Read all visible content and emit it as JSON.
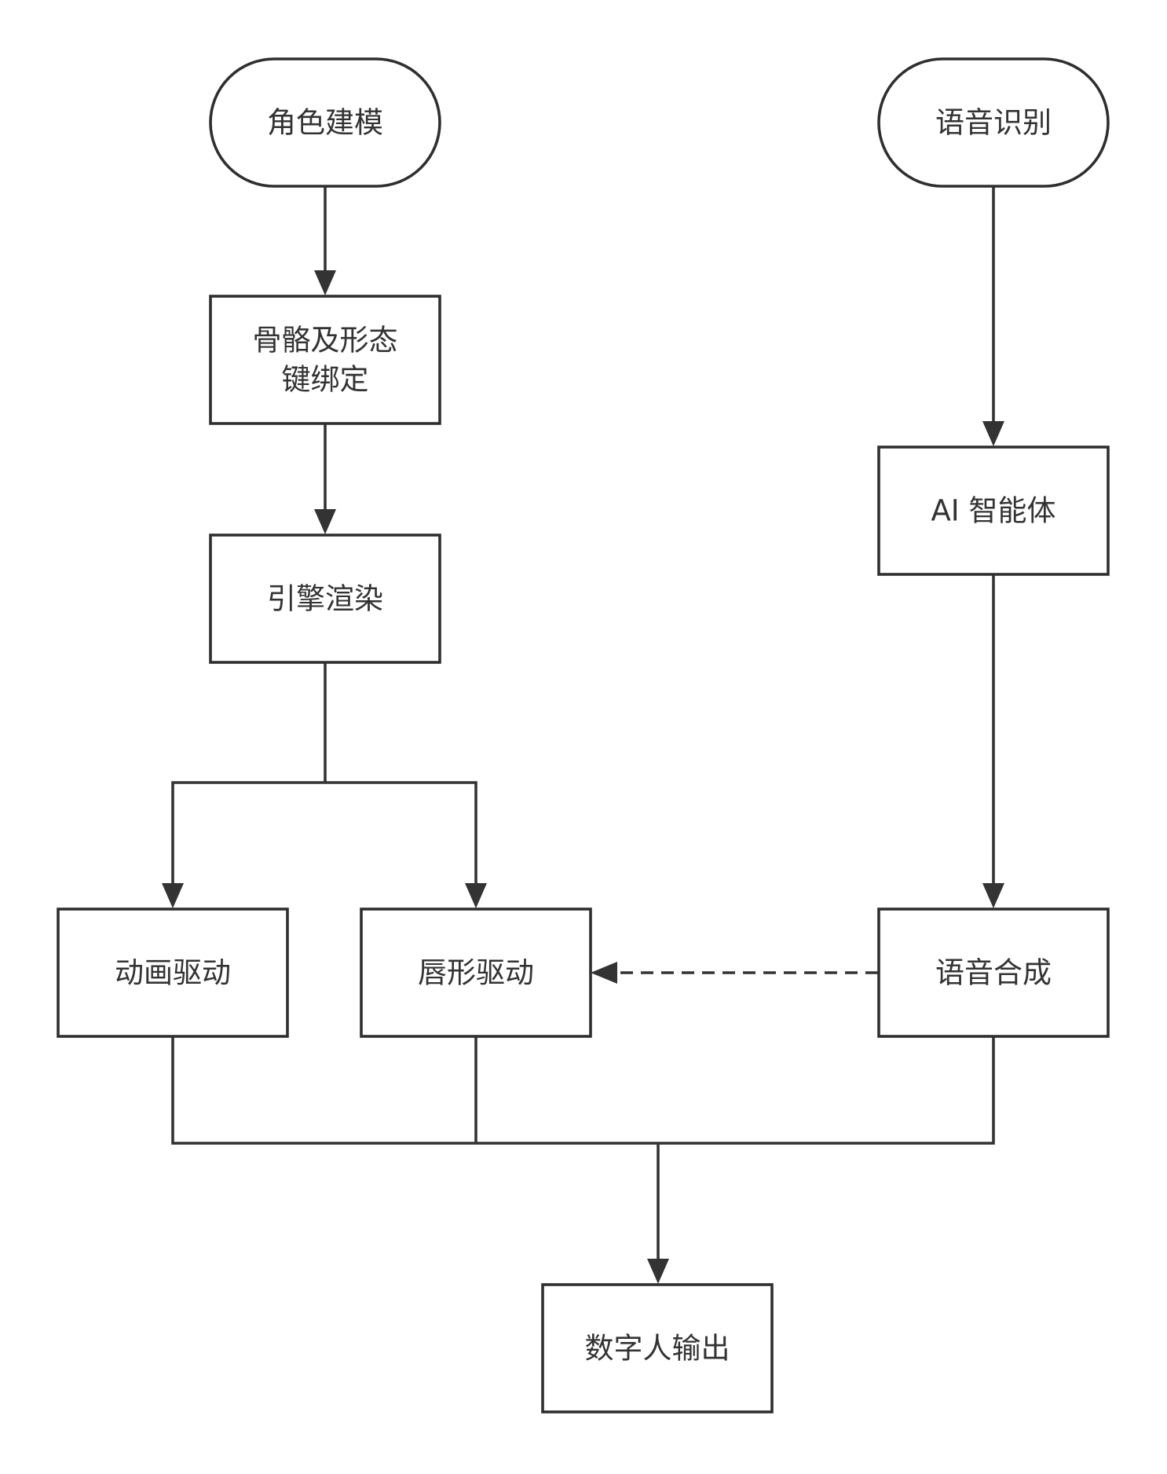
{
  "diagram": {
    "nodes": {
      "character_modeling": {
        "label": "角色建模",
        "shape": "terminator"
      },
      "skeleton_binding": {
        "label": "骨骼及形态",
        "label_line2": "键绑定",
        "shape": "process"
      },
      "engine_rendering": {
        "label": "引擎渲染",
        "shape": "process"
      },
      "animation_drive": {
        "label": "动画驱动",
        "shape": "process"
      },
      "lip_drive": {
        "label": "唇形驱动",
        "shape": "process"
      },
      "speech_recognition": {
        "label": "语音识别",
        "shape": "terminator"
      },
      "ai_agent": {
        "label": "AI 智能体",
        "shape": "process"
      },
      "speech_synthesis": {
        "label": "语音合成",
        "shape": "process"
      },
      "digital_human_output": {
        "label": "数字人输出",
        "shape": "process"
      }
    },
    "edges": [
      {
        "from": "character_modeling",
        "to": "skeleton_binding",
        "style": "solid"
      },
      {
        "from": "skeleton_binding",
        "to": "engine_rendering",
        "style": "solid"
      },
      {
        "from": "engine_rendering",
        "to": "animation_drive",
        "style": "solid"
      },
      {
        "from": "engine_rendering",
        "to": "lip_drive",
        "style": "solid"
      },
      {
        "from": "speech_recognition",
        "to": "ai_agent",
        "style": "solid"
      },
      {
        "from": "ai_agent",
        "to": "speech_synthesis",
        "style": "solid"
      },
      {
        "from": "speech_synthesis",
        "to": "lip_drive",
        "style": "dashed"
      },
      {
        "from": "animation_drive",
        "to": "digital_human_output",
        "style": "solid"
      },
      {
        "from": "lip_drive",
        "to": "digital_human_output",
        "style": "solid"
      },
      {
        "from": "speech_synthesis",
        "to": "digital_human_output",
        "style": "solid"
      }
    ],
    "colors": {
      "stroke": "#2f2f2f",
      "text": "#333333",
      "background": "#ffffff"
    }
  }
}
